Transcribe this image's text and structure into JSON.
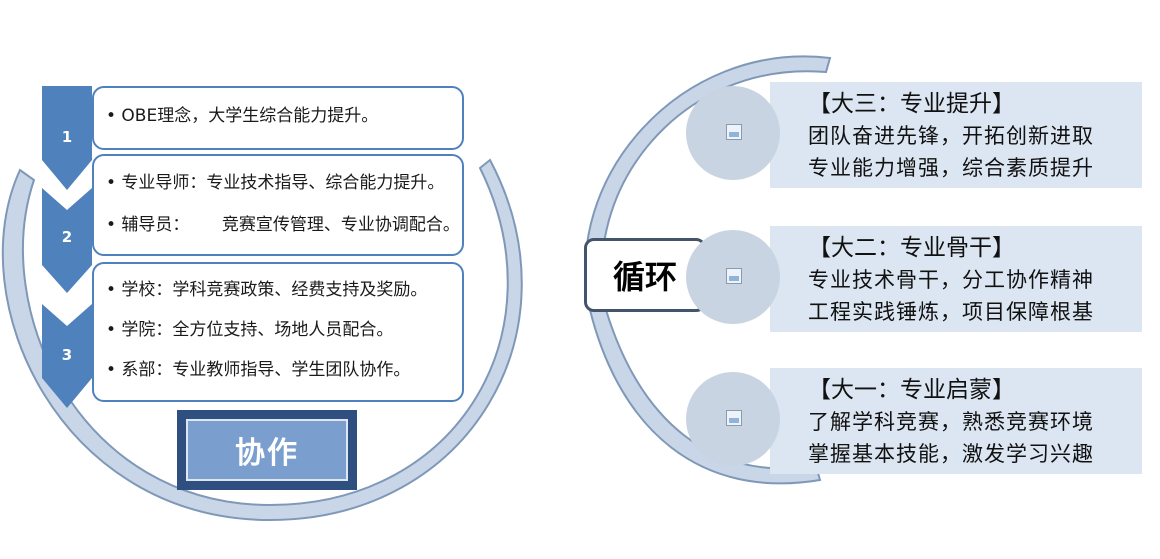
{
  "left_panel": {
    "steps": [
      {
        "number": "1",
        "lines": [
          "• OBE理念，大学生综合能力提升。"
        ]
      },
      {
        "number": "2",
        "lines": [
          "• 专业导师：专业技术指导、综合能力提升。",
          "• 辅导员：      竞赛宣传管理、专业协调配合。"
        ]
      },
      {
        "number": "3",
        "lines": [
          "• 学校：学科竞赛政策、经费支持及奖励。",
          "• 学院：全方位支持、场地人员配合。",
          "• 系部：专业教师指导、学生团队协作。"
        ]
      }
    ],
    "label": "协作"
  },
  "right_panel": {
    "label": "循环",
    "stages": [
      {
        "title": "【大三：专业提升】",
        "lines": [
          "团队奋进先锋，开拓创新进取",
          "专业能力增强，综合素质提升"
        ],
        "icon": "image-placeholder-icon"
      },
      {
        "title": "【大二：专业骨干】",
        "lines": [
          "专业技术骨干，分工协作精神",
          "工程实践锤炼，项目保障根基"
        ],
        "icon": "image-placeholder-icon"
      },
      {
        "title": "【大一：专业启蒙】",
        "lines": [
          "了解学科竞赛，熟悉竞赛环境",
          "掌握基本技能，激发学习兴趣"
        ],
        "icon": "image-placeholder-icon"
      }
    ]
  },
  "colors": {
    "chevron": "#4f81bd",
    "arc_fill": "#c8d6e8",
    "arc_stroke": "#7f98b8",
    "label_dark": "#2f4f80",
    "label_light": "#7a9fcf",
    "stage_bg": "#dce6f2"
  }
}
